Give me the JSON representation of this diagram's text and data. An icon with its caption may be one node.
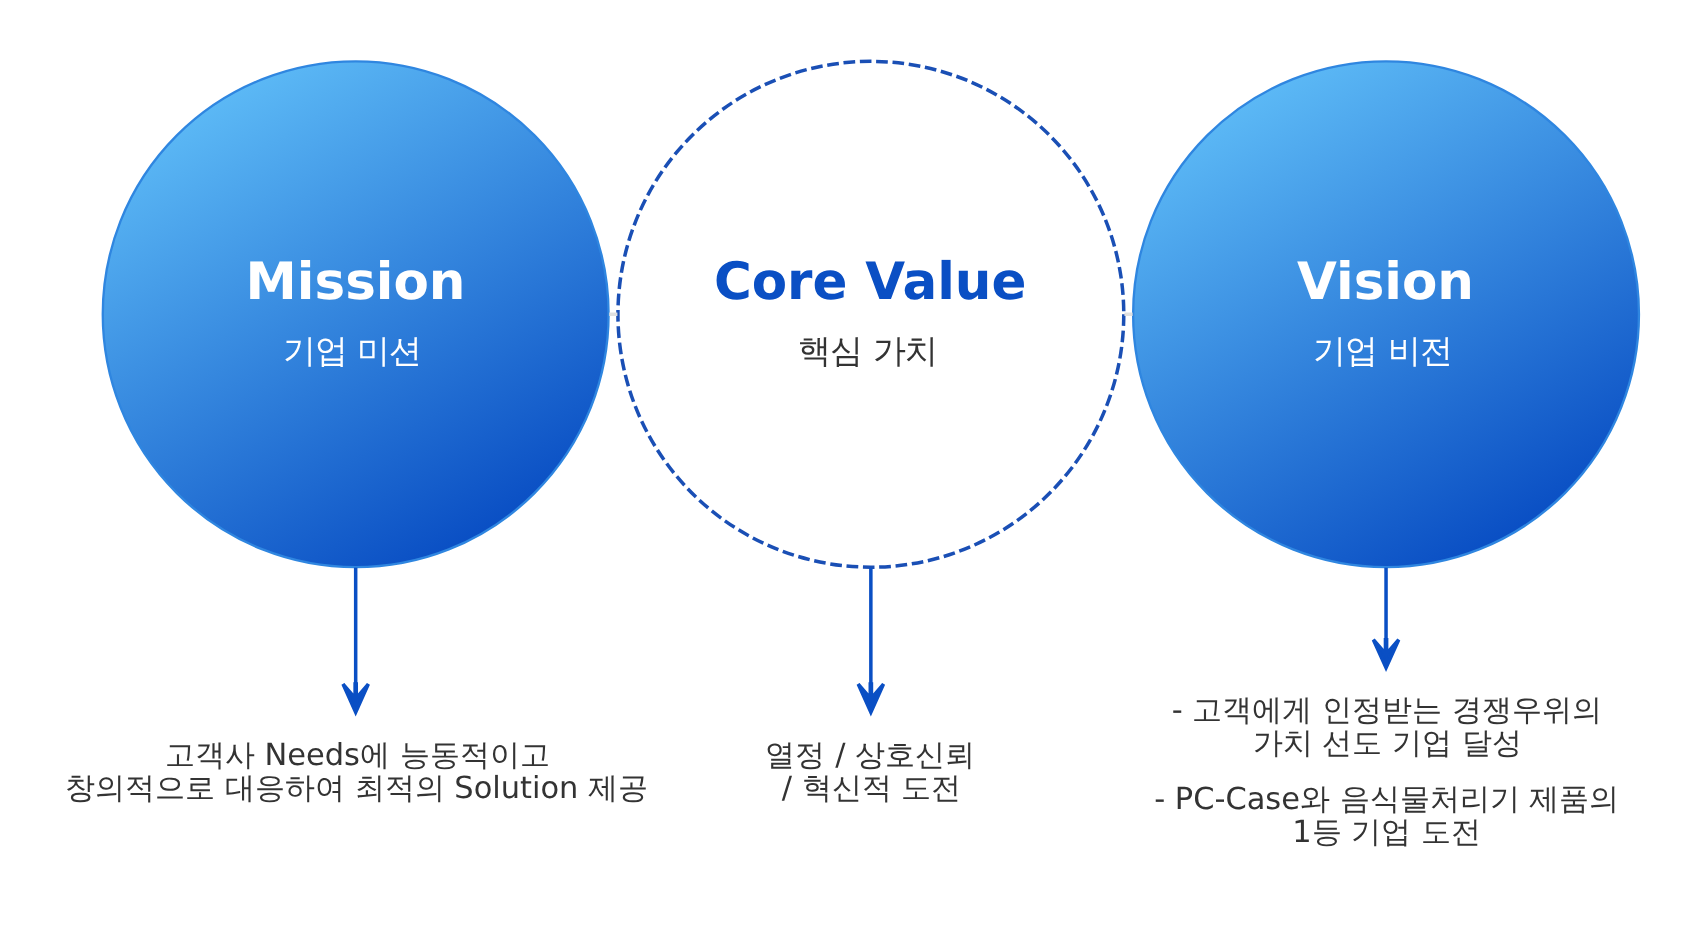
{
  "diagram": {
    "nodes": [
      {
        "text": [
          "Mission",
          "기업 미션"
        ]
      },
      {
        "text": [
          "Core Value",
          "핵심 가치"
        ]
      },
      {
        "text": [
          "Vision",
          "기업 비전"
        ]
      },
      {
        "text": [
          "고객사 Needs에 능동적이고 창의적으로 대응하여 최적의 Solution 제공"
        ]
      },
      {
        "text": [
          "열정 / 상호신뢰 / 혁신적 도전"
        ]
      },
      {
        "text": [
          "- 고객에게 인정받는 경쟁우위의 가치 선도 기업 달성",
          "- PC-Case와 음식물처리기 제품의 1등 기업 도전"
        ]
      }
    ],
    "edges": [
      {
        "from": 0,
        "to": 1,
        "arrow": "none",
        "color": "#e0e0e0"
      },
      {
        "from": 1,
        "to": 2,
        "arrow": "none",
        "color": "#e0e0e0"
      },
      {
        "from": 0,
        "to": 3,
        "arrow": "to"
      },
      {
        "from": 1,
        "to": 4,
        "arrow": "to"
      },
      {
        "from": 2,
        "to": 5,
        "arrow": "to"
      }
    ]
  }
}
